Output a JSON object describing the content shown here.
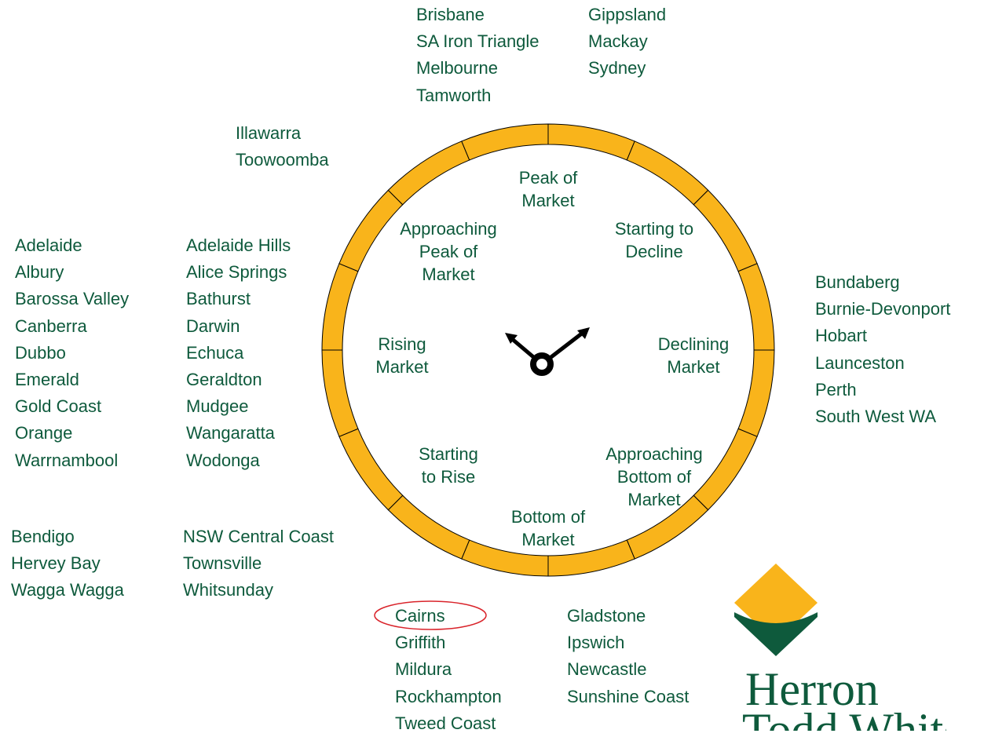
{
  "phases": [
    {
      "key": "peak",
      "lines": [
        "Peak of",
        "Market"
      ]
    },
    {
      "key": "starting-decline",
      "lines": [
        "Starting to",
        "Decline"
      ]
    },
    {
      "key": "declining",
      "lines": [
        "Declining",
        "Market"
      ]
    },
    {
      "key": "approaching-bottom",
      "lines": [
        "Approaching",
        "Bottom of",
        "Market"
      ]
    },
    {
      "key": "bottom",
      "lines": [
        "Bottom of",
        "Market"
      ]
    },
    {
      "key": "starting-rise",
      "lines": [
        "Starting",
        "to Rise"
      ]
    },
    {
      "key": "rising",
      "lines": [
        "Rising",
        "Market"
      ]
    },
    {
      "key": "approaching-peak",
      "lines": [
        "Approaching",
        "Peak of",
        "Market"
      ]
    }
  ],
  "groups": {
    "top_left": [
      "Brisbane",
      "SA Iron Triangle",
      "Melbourne",
      "Tamworth"
    ],
    "top_right": [
      "Gippsland",
      "Mackay",
      "Sydney"
    ],
    "upper_left_near": [
      "Illawarra",
      "Toowoomba"
    ],
    "left_inner": [
      "Adelaide Hills",
      "Alice Springs",
      "Bathurst",
      "Darwin",
      "Echuca",
      "Geraldton",
      "Mudgee",
      "Wangaratta",
      "Wodonga"
    ],
    "left_outer": [
      "Adelaide",
      "Albury",
      "Barossa Valley",
      "Canberra",
      "Dubbo",
      "Emerald",
      "Gold Coast",
      "Orange",
      "Warrnambool"
    ],
    "right": [
      "Bundaberg",
      "Burnie-Devonport",
      "Hobart",
      "Launceston",
      "Perth",
      "South West WA"
    ],
    "lower_left_outer": [
      "Bendigo",
      "Hervey Bay",
      "Wagga Wagga"
    ],
    "lower_left_inner": [
      "NSW Central Coast",
      "Townsville",
      "Whitsunday"
    ],
    "bottom_left": [
      "Cairns",
      "Griffith",
      "Mildura",
      "Rockhampton",
      "Tweed Coast"
    ],
    "bottom_right": [
      "Gladstone",
      "Ipswich",
      "Newcastle",
      "Sunshine Coast"
    ]
  },
  "highlighted_location": "Cairns",
  "logo": {
    "line1": "Herron",
    "line2": "Todd White"
  },
  "colors": {
    "ring": "#f9b41b",
    "text": "#0e5a3c",
    "logo_green": "#0e5a3c",
    "logo_yellow": "#f9b41b",
    "highlight": "#d9232a",
    "hands": "#000000"
  }
}
